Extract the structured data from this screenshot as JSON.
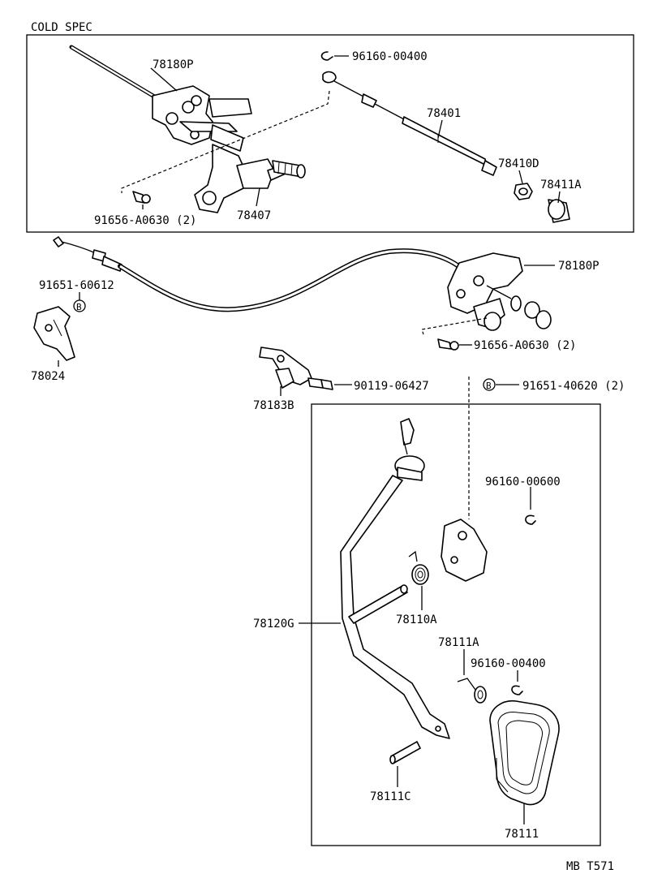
{
  "header": {
    "cold_spec": "COLD SPEC"
  },
  "footer": {
    "code": "MB T571"
  },
  "callouts": {
    "p78180P_top": "78180P",
    "p96160_00400_top": "96160-00400",
    "p78401": "78401",
    "p78410D": "78410D",
    "p78411A": "78411A",
    "p78407": "78407",
    "p91656_A0630_top": "91656-A0630 (2)",
    "p78180P_mid": "78180P",
    "p91651_60612": "91651-60612",
    "p91656_A0630_mid": "91656-A0630 (2)",
    "p78024": "78024",
    "p90119_06427": "90119-06427",
    "p91651_40620": "91651-40620 (2)",
    "p78183B": "78183B",
    "p96160_00600": "96160-00600",
    "p78120G": "78120G",
    "p78110A": "78110A",
    "p78111A": "78111A",
    "p96160_00400_bot": "96160-00400",
    "p78111C": "78111C",
    "p78111": "78111",
    "b_marker_1": "B",
    "b_marker_2": "B"
  }
}
